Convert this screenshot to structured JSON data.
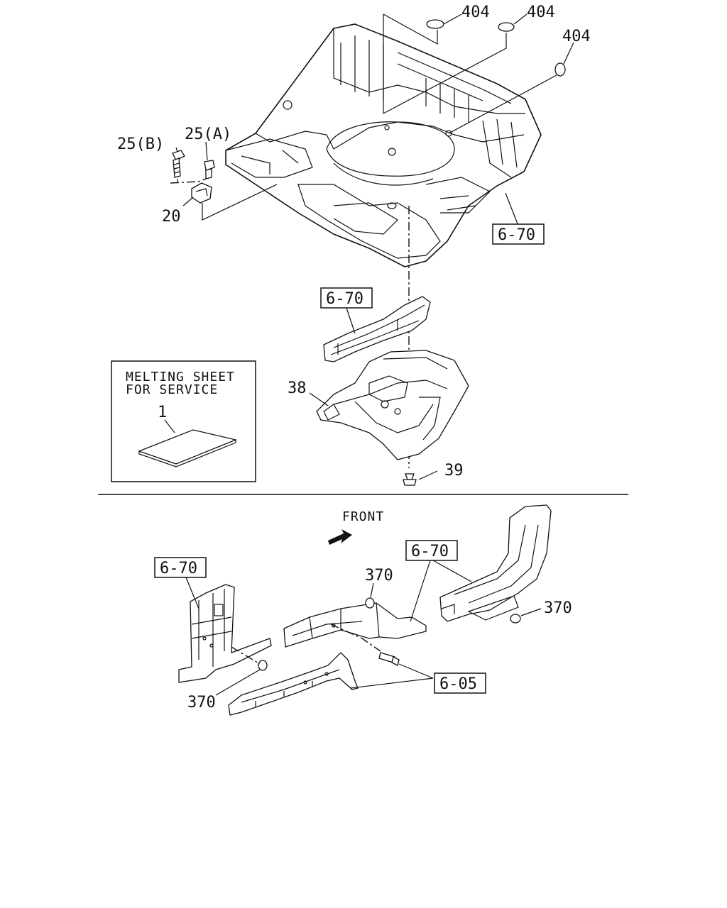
{
  "labels": {
    "seal_plug_top_1": "404",
    "seal_plug_top_2": "404",
    "seal_plug_top_3": "404",
    "bolt_b": "25(B)",
    "bolt_a": "25(A)",
    "bracket": "20",
    "ref_floor_upper": "6-70",
    "ref_member_mid": "6-70",
    "panel": "38",
    "clip": "39",
    "part_sheet": "1",
    "front_arrow_label": "FRONT",
    "ref_left_lower": "6-70",
    "ref_right_lower": "6-70",
    "plug_370_upper": "370",
    "plug_370_right": "370",
    "plug_370_left": "370",
    "ref_frame_lower": "6-05"
  },
  "inset": {
    "title_line1": "MELTING SHEET",
    "title_line2": "FOR SERVICE"
  },
  "colors": {
    "ink": "#111111",
    "background": "#ffffff"
  },
  "icons": {
    "front_arrow": "arrow-right-icon"
  }
}
